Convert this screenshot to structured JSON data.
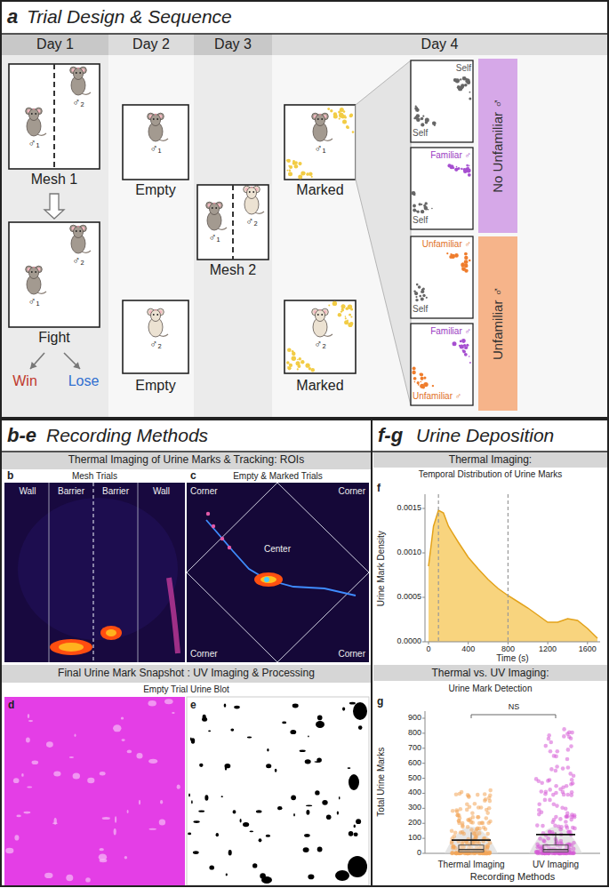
{
  "diagram": {
    "nodes": [
      {
        "text": [
          "a",
          "Trial Design & Sequence"
        ]
      },
      {
        "text": [
          "Day 1"
        ],
        "in": 0
      },
      {
        "text": [
          "Day 2"
        ],
        "in": 0
      },
      {
        "text": [
          "Day 3"
        ],
        "in": 0
      },
      {
        "text": [
          "Day 4"
        ],
        "in": 0
      },
      {
        "text": [
          "Mesh 1"
        ],
        "in": 1
      },
      {
        "text": [
          "Fight"
        ],
        "in": 1
      },
      {
        "text": [
          "Empty"
        ],
        "in": 2
      },
      {
        "text": [
          "Empty"
        ],
        "in": 2
      },
      {
        "text": [
          "Mesh 2"
        ],
        "in": 3
      },
      {
        "text": [
          "Marked"
        ],
        "in": 4
      },
      {
        "text": [
          "Marked"
        ],
        "in": 4
      },
      {
        "text": [
          "Self",
          "Self"
        ],
        "in": 4
      },
      {
        "text": [
          "Familiar ♂",
          "Self"
        ],
        "in": 4
      },
      {
        "text": [
          "Unfamiliar ♂",
          "Self"
        ],
        "in": 4
      },
      {
        "text": [
          "Familiar ♂",
          "Unfamiliar ♂"
        ],
        "in": 4
      },
      {
        "text": [
          "No Unfamiliar ♂"
        ],
        "in": 4
      },
      {
        "text": [
          "Unfamiliar ♂"
        ],
        "in": 4
      },
      {
        "text": [
          "b-e",
          "Recording Methods"
        ]
      },
      {
        "text": [
          "Thermal Imaging of Urine Marks & Tracking: ROIs"
        ],
        "in": 18
      },
      {
        "text": [
          "Mesh Trials",
          "Wall",
          "Barrier",
          "Barrier",
          "Wall"
        ],
        "in": 18
      },
      {
        "text": [
          "Empty & Marked Trials",
          "Corner",
          "Corner",
          "Center",
          "Corner",
          "Corner"
        ],
        "in": 18
      },
      {
        "text": [
          "Final Urine Mark Snapshot : UV Imaging & Processing",
          "Empty Trial Urine Blot"
        ],
        "in": 18
      },
      {
        "text": [
          "f-g",
          "Urine Deposition"
        ]
      },
      {
        "text": [
          "Thermal Imaging:",
          "Temporal Distribution of Urine Marks"
        ],
        "in": 23
      },
      {
        "text": [
          "Thermal vs. UV Imaging:",
          "Urine Mark Detection"
        ],
        "in": 23
      }
    ],
    "edges": [
      {
        "from": 5,
        "to": 6,
        "arrow": "to"
      }
    ],
    "labels": [
      "♂₁",
      "♂₂",
      "♂₁",
      "♂₂",
      "Win",
      "Lose",
      "♂₁",
      "♂₂",
      "♂₁",
      "♂₂",
      "♂₁",
      "♂₂",
      "b",
      "c",
      "d",
      "e",
      "f",
      "Urine Mark Density",
      "0.0015",
      "0.0010",
      "0.0005",
      "0.0000",
      "0",
      "400",
      "800",
      "1200",
      "1600",
      "Time (s)",
      "g",
      "900",
      "800",
      "700",
      "600",
      "500",
      "400",
      "300",
      "200",
      "100",
      "0",
      "Total Urine Marks",
      "NS",
      "Thermal Imaging",
      "UV Imaging",
      "Recording Methods"
    ]
  }
}
